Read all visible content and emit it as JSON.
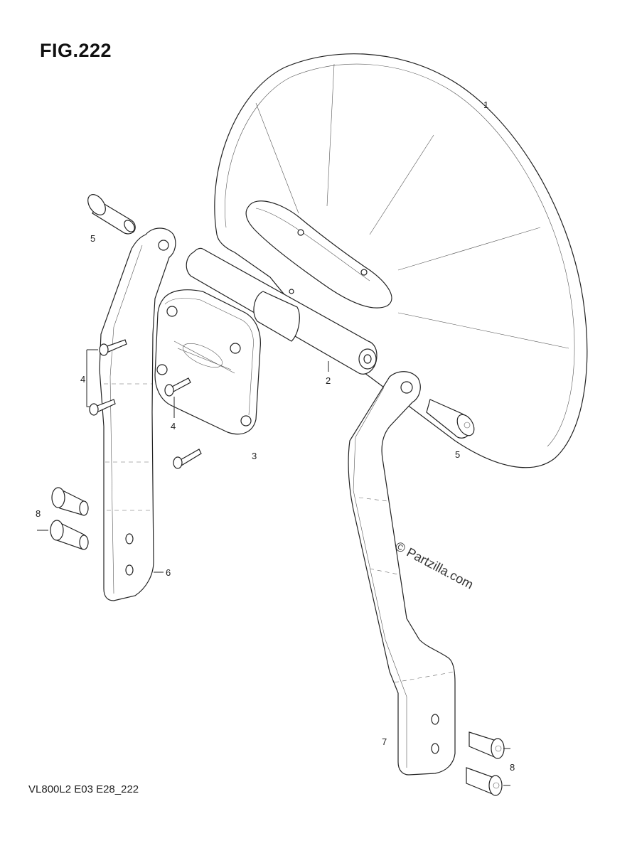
{
  "figure": {
    "title": "FIG.222",
    "footer_code": "VL800L2 E03 E28_222",
    "watermark": "© Partzilla.com"
  },
  "callouts": {
    "c1": "1",
    "c2": "2",
    "c3": "3",
    "c4a": "4",
    "c4b": "4",
    "c5a": "5",
    "c5b": "5",
    "c6": "6",
    "c7": "7",
    "c8a": "8",
    "c8b": "8"
  },
  "colors": {
    "line": "#222222",
    "background": "#ffffff"
  }
}
